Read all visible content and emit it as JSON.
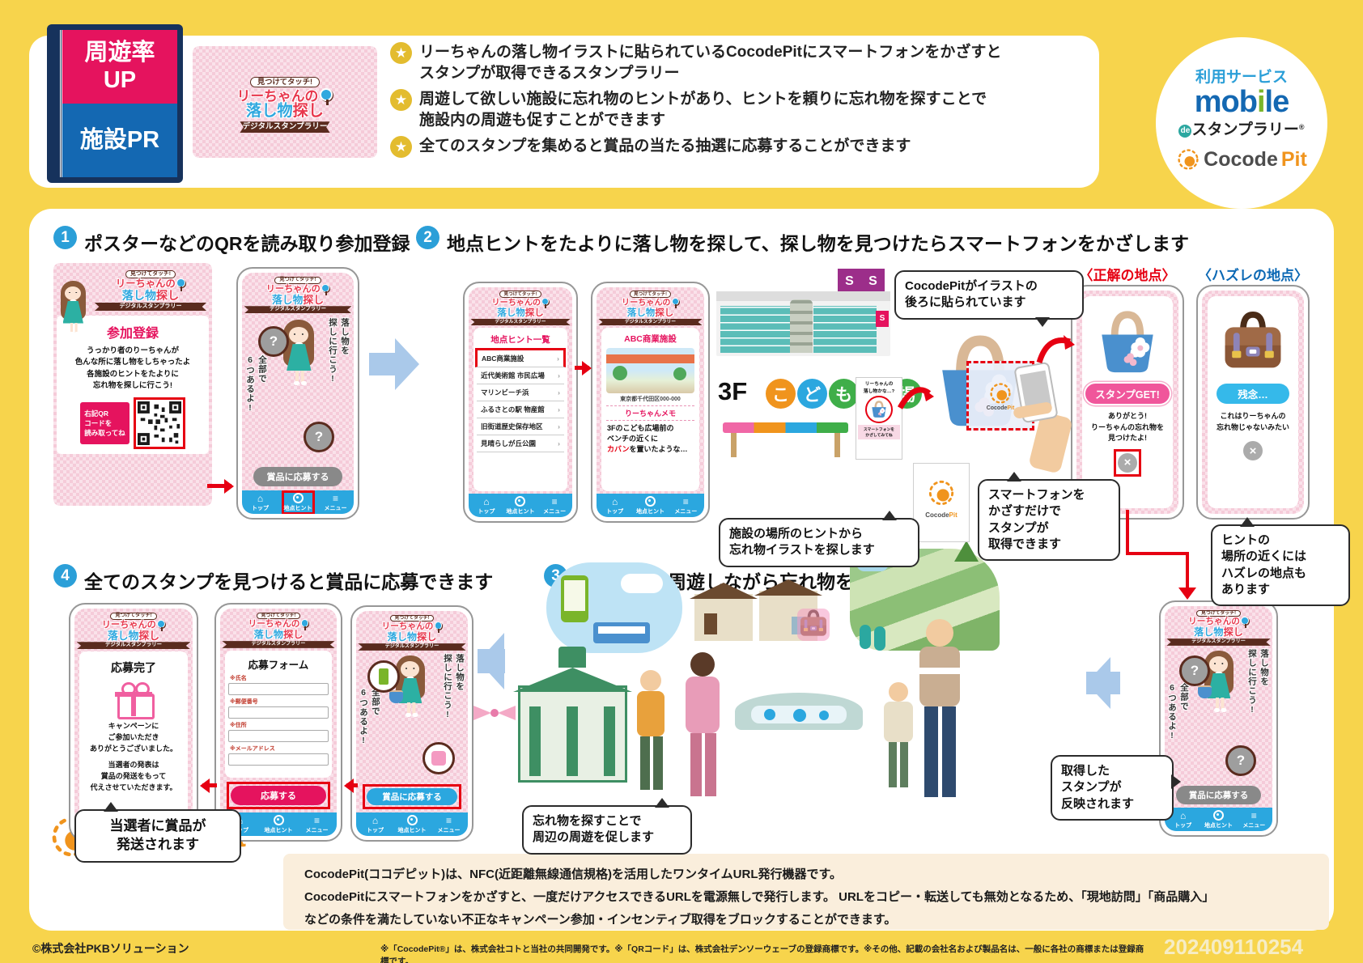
{
  "page": {
    "bg": "#F7D44C",
    "accent_pink": "#E5135E",
    "accent_blue": "#2BA7DF",
    "accent_red": "#E60012",
    "ribbon_brown": "#5A2B1E"
  },
  "header": {
    "badge_top": "周遊率\nUP",
    "badge_bottom": "施設PR",
    "bullets": [
      "リーちゃんの落し物イラストに貼られているCocodePitにスマートフォンをかざすと\nスタンプが取得できるスタンプラリー",
      "周遊して欲しい施設に忘れ物のヒントがあり、ヒントを頼りに忘れ物を探すことで\n施設内の周遊も促すことができます",
      "全てのスタンプを集めると賞品の当たる抽選に応募することができます"
    ],
    "star": "★",
    "services": {
      "label": "利用サービス",
      "mobile": "mob",
      "mobile_i": "i",
      "mobile_le": "le",
      "de": "de",
      "sub": "スタンプラリー",
      "reg": "®",
      "cocode": "Cocode",
      "pit": "Pit"
    }
  },
  "logo": {
    "tagline": "見つけてタッチ!",
    "line1": "リーちゃんの",
    "line2a": "落し物",
    "line2b": "探し",
    "ribbon": "デジタルスタンプラリー"
  },
  "steps": {
    "n1": "1",
    "t1": "ポスターなどのQRを読み取り参加登録",
    "n2": "2",
    "t2": "地点ヒントをたよりに落し物を探して、探し物を見つけたらスマートフォンをかざします",
    "n3": "3",
    "t3": "周辺施設を周遊しながら忘れ物を集めていきます",
    "n4": "4",
    "t4": "全てのスタンプを見つけると賞品に応募できます"
  },
  "poster": {
    "register_title": "参加登録",
    "register_text": "うっかり者のりーちゃんが\n色んな所に落し物をしちゃったよ\n各施設のヒントをたよりに\n忘れ物を探しに行こう!",
    "qr_note": "右記QR\nコードを\n読み取ってね"
  },
  "nav": {
    "top": "トップ",
    "hint": "地点ヒント",
    "menu": "メニュー"
  },
  "home": {
    "side_right": "落し物を\n探しに行こう!",
    "side_left": "全部で\n6つあるよ!",
    "q": "?",
    "apply": "賞品に応募する"
  },
  "hints": {
    "title": "地点ヒント一覧",
    "chev": "›",
    "items": [
      "ABC商業施設",
      "近代美術館 市民広場",
      "マリンビーチ浜",
      "ふるさとの駅 物産館",
      "旧街道歴史保存地区",
      "見晴らしが丘公園"
    ]
  },
  "facility": {
    "name": "ABC商業施設",
    "address": "東京都千代田区000-000",
    "memo_label": "りーちゃんメモ",
    "memo_pre": "3Fのこども広場前の\nベンチの近くに",
    "memo_hl": "カバン",
    "memo_post": "を置いたような…"
  },
  "scene": {
    "floor": "3F",
    "sign": [
      "こ",
      "ど",
      "も",
      "広",
      "場"
    ],
    "mall_letter": "S",
    "mini_title": "リーちゃんの\n落し物かな…?",
    "mini_note": "スマートフォンを\nかざしてみてね"
  },
  "result": {
    "correct_label": "〈正解の地点〉",
    "wrong_label": "〈ハズレの地点〉",
    "stamp_get": "スタンプGET!",
    "correct_text": "ありがとう!\nりーちゃんの忘れ物を\n見つけたよ!",
    "wrong_badge": "残念…",
    "wrong_text": "これはりーちゃんの\n忘れ物じゃないみたい",
    "close": "×"
  },
  "bubbles": {
    "behind": "CocodePitがイラストの\n後ろに貼られています",
    "from_hint": "施設の場所のヒントから\n忘れ物イラストを探します",
    "just_hold": "スマートフォンを\nかざすだけで\nスタンプが\n取得できます",
    "miss_nearby": "ヒントの\n場所の近くには\nハズレの地点も\nあります",
    "reflected": "取得した\nスタンプが\n反映されます",
    "promote": "忘れ物を探すことで\n周辺の周遊を促します",
    "shipped": "当選者に賞品が\n発送されます"
  },
  "form": {
    "title": "応募フォーム",
    "f1": "※氏名",
    "f2": "※郵便番号",
    "f3": "※住所",
    "f4": "※メールアドレス",
    "submit": "応募する"
  },
  "complete": {
    "title": "応募完了",
    "thanks": "キャンペーンに\nご参加いただき\nありがとうございました。",
    "note": "当選者の発表は\n賞品の発送をもって\n代えさせていただきます。"
  },
  "brand": {
    "cocode": "Cocode",
    "pit": "Pit"
  },
  "description": {
    "line1": "CocodePit(ココデピット)は、NFC(近距離無線通信規格)を活用したワンタイムURL発行機器です。",
    "line2": "CocodePitにスマートフォンをかざすと、一度だけアクセスできるURLを電源無しで発行します。 URLをコピー・転送しても無効となるため、「現地訪問」「商品購入」",
    "line3": "などの条件を満たしていない不正なキャンペーン参加・インセンティブ取得をブロックすることができます。"
  },
  "footer": {
    "copyright": "©株式会社PKBソリューション",
    "disclaimer": "※「CocodePit®」は、株式会社コトと当社の共同開発です。※「QRコード」は、株式会社デンソーウェーブの登録商標です。※その他、記載の会社名および製品名は、一般に各社の商標または登録商標です。",
    "code": "202409110254"
  }
}
